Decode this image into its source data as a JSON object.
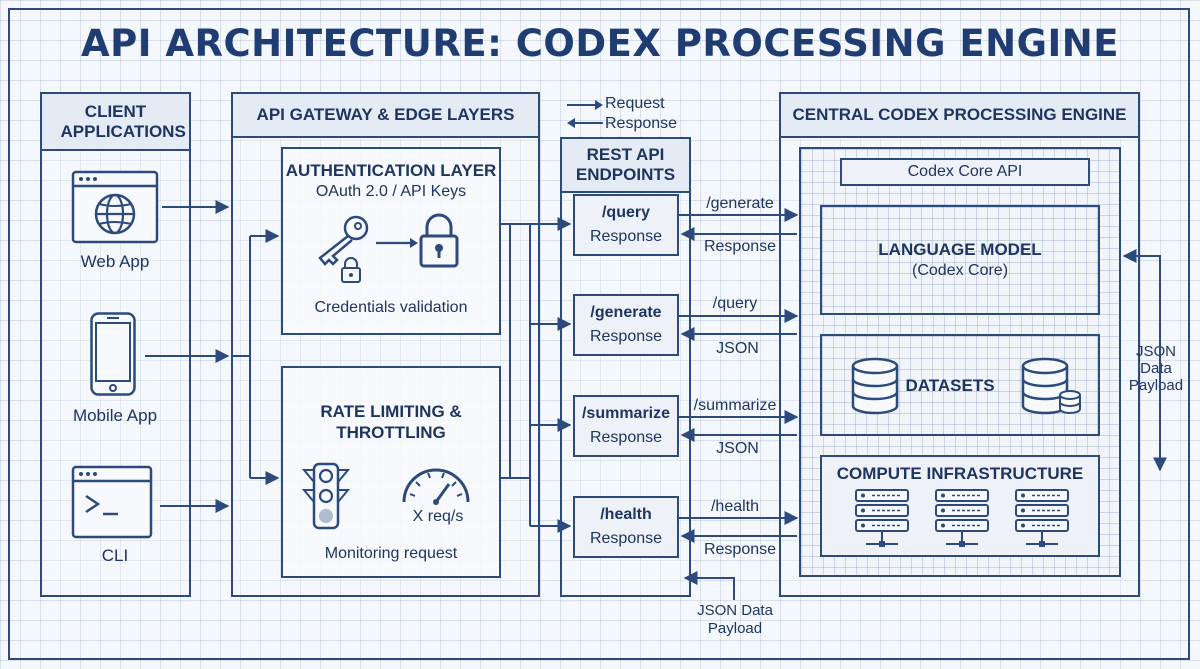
{
  "title": "API ARCHITECTURE: CODEX PROCESSING ENGINE",
  "client": {
    "header": "CLIENT APPLICATIONS",
    "web": "Web App",
    "mobile": "Mobile App",
    "cli": "CLI"
  },
  "gateway": {
    "header": "API GATEWAY & EDGE LAYERS",
    "auth": {
      "title": "AUTHENTICATION LAYER",
      "subtitle": "OAuth 2.0 / API Keys",
      "caption": "Credentials validation"
    },
    "rate": {
      "title_line1": "RATE LIMITING &",
      "title_line2": "THROTTLING",
      "gauge_label": "X req/s",
      "caption": "Monitoring request"
    }
  },
  "legend": {
    "request": "Request",
    "response": "Response"
  },
  "rest": {
    "header_line1": "REST API",
    "header_line2": "ENDPOINTS",
    "endpoints": [
      {
        "name": "/query",
        "response": "Response"
      },
      {
        "name": "/generate",
        "response": "Response"
      },
      {
        "name": "/summarize",
        "response": "Response"
      },
      {
        "name": "/health",
        "response": "Response"
      }
    ]
  },
  "links": [
    {
      "request": "/generate",
      "response": "Response"
    },
    {
      "request": "/query",
      "response": "JSON"
    },
    {
      "request": "/summarize",
      "response": "JSON"
    },
    {
      "request": "/health",
      "response": "Response"
    }
  ],
  "bottom_payload": {
    "line1": "JSON Data",
    "line2": "Payload"
  },
  "engine": {
    "header": "CENTRAL CODEX PROCESSING ENGINE",
    "core_api": "Codex Core API",
    "lm_title": "LANGUAGE MODEL",
    "lm_sub": "(Codex Core)",
    "datasets": "DATASETS",
    "compute": "COMPUTE INFRASTRUCTURE",
    "payload": {
      "line1": "JSON",
      "line2": "Data",
      "line3": "Payload"
    }
  }
}
